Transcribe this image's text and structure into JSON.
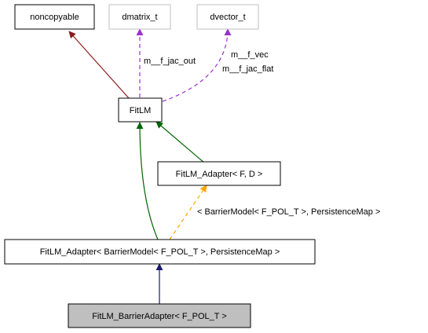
{
  "nodes": {
    "noncopyable": "noncopyable",
    "dmatrix_t": "dmatrix_t",
    "dvector_t": "dvector_t",
    "fitlm": "FitLM",
    "fitlm_adapter_template": "FitLM_Adapter< F, D >",
    "fitlm_adapter_instance": "FitLM_Adapter< BarrierModel< F_POL_T >, PersistenceMap >",
    "fitlm_barrier_adapter": "FitLM_BarrierAdapter< F_POL_T >"
  },
  "edge_labels": {
    "jac_out": "m__f_jac_out",
    "f_vec": "m__f_vec",
    "jac_flat": "m__f_jac_flat",
    "template_args": "< BarrierModel< F_POL_T >, PersistenceMap >"
  },
  "colors": {
    "inheritance_noncopyable": "#8b1a1a",
    "usage": "#9a32cd",
    "inheritance_public": "#006400",
    "template_instance": "#ffa500",
    "inheritance_instance": "#191970",
    "highlight_fill": "#bfbfbf",
    "muted_border": "#bfbfbf"
  }
}
